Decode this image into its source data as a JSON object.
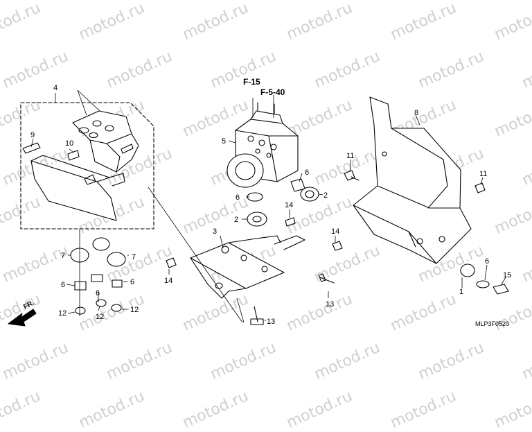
{
  "watermark": "motod.ru",
  "diagram_code": "MLP3F0520",
  "front_label": "FR.",
  "references": {
    "ref1": "F-15",
    "ref2": "F-5-40"
  },
  "callouts": {
    "c1": "1",
    "c2a": "2",
    "c2b": "2",
    "c3": "3",
    "c4": "4",
    "c5": "5",
    "c6a": "6",
    "c6b": "6",
    "c6c": "6",
    "c6d": "6",
    "c6e": "6",
    "c6f": "6",
    "c7a": "7",
    "c7b": "7",
    "c8": "8",
    "c9": "9",
    "c10": "10",
    "c11a": "11",
    "c11b": "11",
    "c12a": "12",
    "c12b": "12",
    "c12c": "12",
    "c13a": "13",
    "c13b": "13",
    "c14a": "14",
    "c14b": "14",
    "c14c": "14",
    "c15": "15"
  }
}
